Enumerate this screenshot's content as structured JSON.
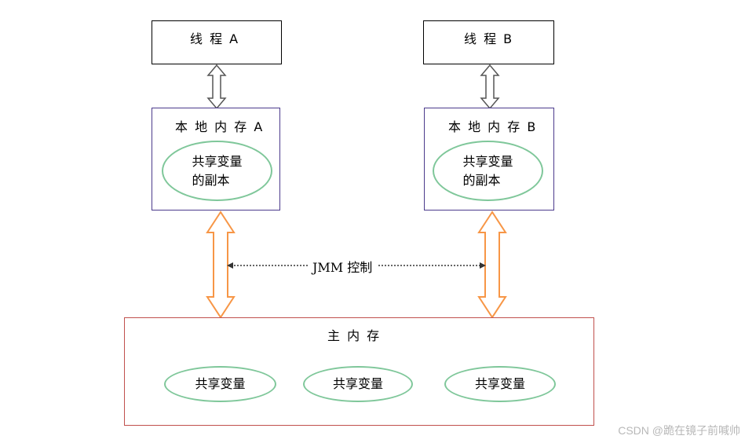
{
  "threads": [
    {
      "label": "线 程 A"
    },
    {
      "label": "线 程 B"
    }
  ],
  "local_memories": [
    {
      "label": "本 地 内 存 A",
      "copy_line1": "共享变量",
      "copy_line2": "的副本"
    },
    {
      "label": "本 地 内 存 B",
      "copy_line1": "共享变量",
      "copy_line2": "的副本"
    }
  ],
  "jmm_label": "JMM 控制",
  "main_memory": {
    "label": "主 内 存",
    "variables": [
      "共享变量",
      "共享变量",
      "共享变量"
    ]
  },
  "watermark": "CSDN @跪在镜子前喊帅",
  "colors": {
    "thread_border": "#000000",
    "local_border": "#4b3a8c",
    "main_border": "#c0504d",
    "ellipse_border": "#7fc79a",
    "orange_arrow": "#f79646"
  }
}
